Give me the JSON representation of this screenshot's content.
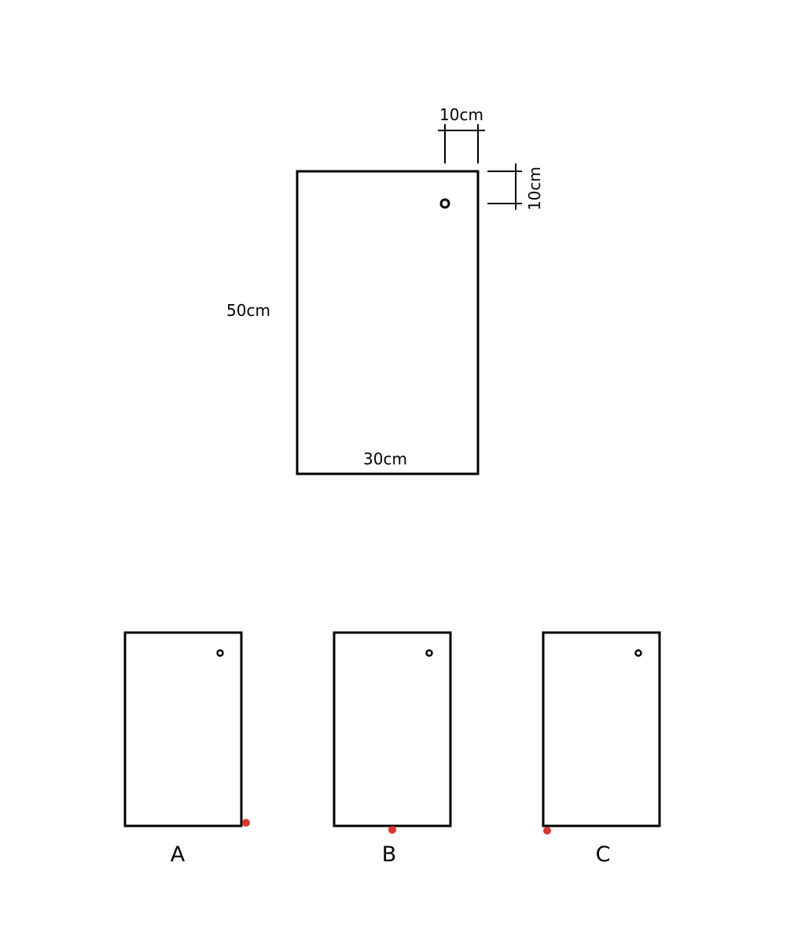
{
  "main_diagram": {
    "width_label": "30cm",
    "height_label": "50cm",
    "hole_offset_x_label": "10cm",
    "hole_offset_y_label": "10cm"
  },
  "options": [
    {
      "label": "A"
    },
    {
      "label": "B"
    },
    {
      "label": "C"
    }
  ],
  "colors": {
    "stroke": "#000000",
    "marker": "#e0342f",
    "background": "#ffffff"
  }
}
